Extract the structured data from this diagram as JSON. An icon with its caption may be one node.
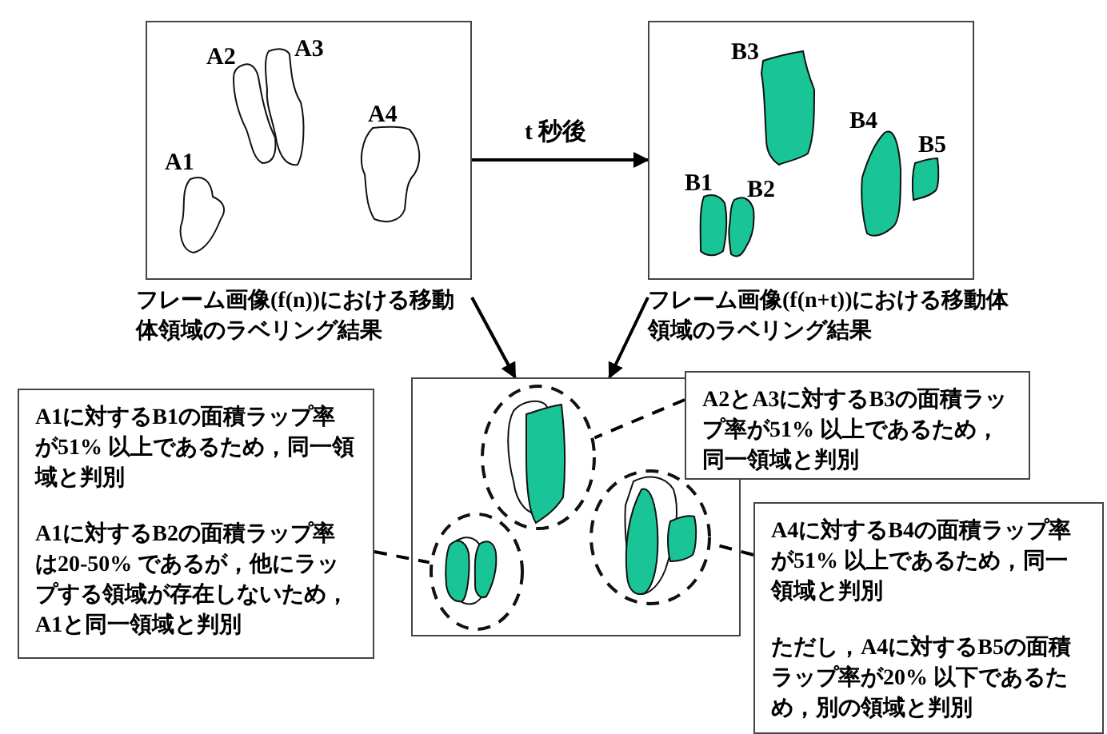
{
  "diagram": {
    "nodes": [
      {
        "text": [
          "フレーム画像(f(n))における移動体領域のラベリング結果"
        ]
      },
      {
        "text": [
          "A1"
        ],
        "in": 0
      },
      {
        "text": [
          "A2"
        ],
        "in": 0
      },
      {
        "text": [
          "A3"
        ],
        "in": 0
      },
      {
        "text": [
          "A4"
        ],
        "in": 0
      },
      {
        "text": [
          "フレーム画像(f(n+t))における移動体領域のラベリング結果"
        ]
      },
      {
        "text": [
          "B1"
        ],
        "in": 5
      },
      {
        "text": [
          "B2"
        ],
        "in": 5
      },
      {
        "text": [
          "B3"
        ],
        "in": 5
      },
      {
        "text": [
          "B4"
        ],
        "in": 5
      },
      {
        "text": [
          "B5"
        ],
        "in": 5
      },
      {
        "text": [],
        "shape": "box"
      },
      {
        "text": [],
        "shape": "circle",
        "in": 11
      },
      {
        "text": [],
        "shape": "circle",
        "in": 11
      },
      {
        "text": [],
        "shape": "circle",
        "in": 11
      },
      {
        "text": [
          "A1に対するB1の面積ラップ率が51% 以上であるため，同一領域と判別",
          "A1に対するB2の面積ラップ率は20-50% であるが，他にラップする領域が存在しないため，A1と同一領域と判別"
        ]
      },
      {
        "text": [
          "A2とA3に対するB3の面積ラップ率が51% 以上であるため，同一領域と判別"
        ]
      },
      {
        "text": [
          "A4に対するB4の面積ラップ率が51% 以上であるため，同一領域と判別",
          "ただし，A4に対するB5の面積ラップ率が20% 以下であるため，別の領域と判別"
        ]
      }
    ],
    "edges": [
      {
        "from": 0,
        "to": 5,
        "arrow": "to",
        "label": "t 秒後"
      },
      {
        "from": 0,
        "to": 11,
        "arrow": "to"
      },
      {
        "from": 5,
        "to": 11,
        "arrow": "to"
      },
      {
        "from": 15,
        "to": 12,
        "arrow": "none",
        "style": "dashed"
      },
      {
        "from": 16,
        "to": 13,
        "arrow": "none",
        "style": "dashed"
      },
      {
        "from": 17,
        "to": 14,
        "arrow": "none",
        "style": "dashed"
      }
    ]
  }
}
